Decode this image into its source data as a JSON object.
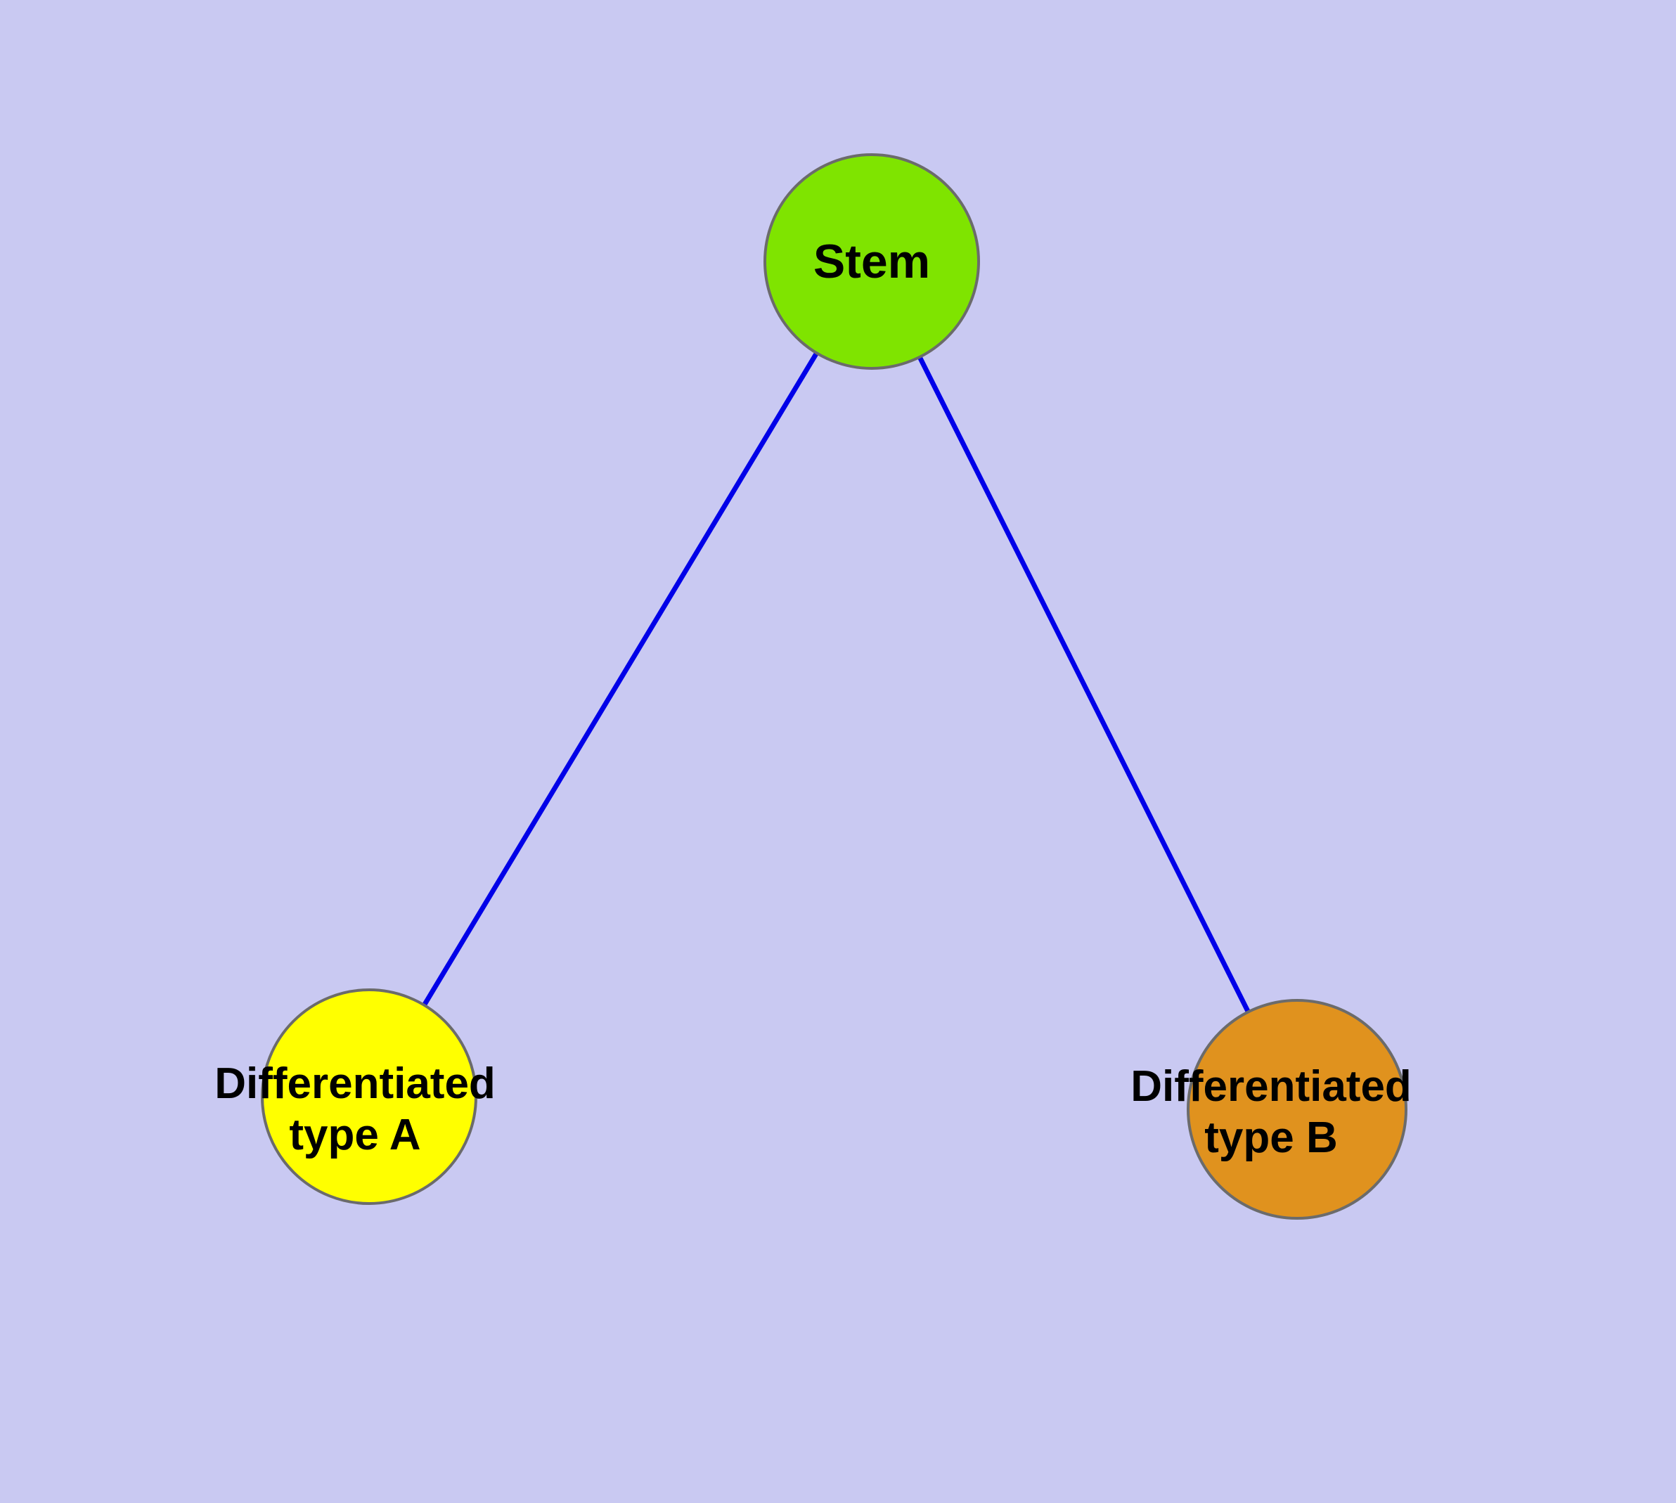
{
  "diagram": {
    "title": "",
    "colors": {
      "background": "#c9c9f2",
      "edge": "#0000e8",
      "node_stroke": "#6b6b6b",
      "stem_fill": "#7fe400",
      "type_a_fill": "#ffff00",
      "type_b_fill": "#e0921e"
    },
    "nodes": [
      {
        "id": "stem",
        "label": "Stem",
        "fill": "#7fe400"
      },
      {
        "id": "differentiated-type-a",
        "label_line1": "Differentiated",
        "label_line2": "type A",
        "fill": "#ffff00"
      },
      {
        "id": "differentiated-type-b",
        "label_line1": "Differentiated",
        "label_line2": "type B",
        "fill": "#e0921e"
      }
    ],
    "edges": [
      {
        "from": "stem",
        "to": "differentiated-type-a",
        "color": "#0000e8"
      },
      {
        "from": "stem",
        "to": "differentiated-type-b",
        "color": "#0000e8"
      }
    ]
  }
}
